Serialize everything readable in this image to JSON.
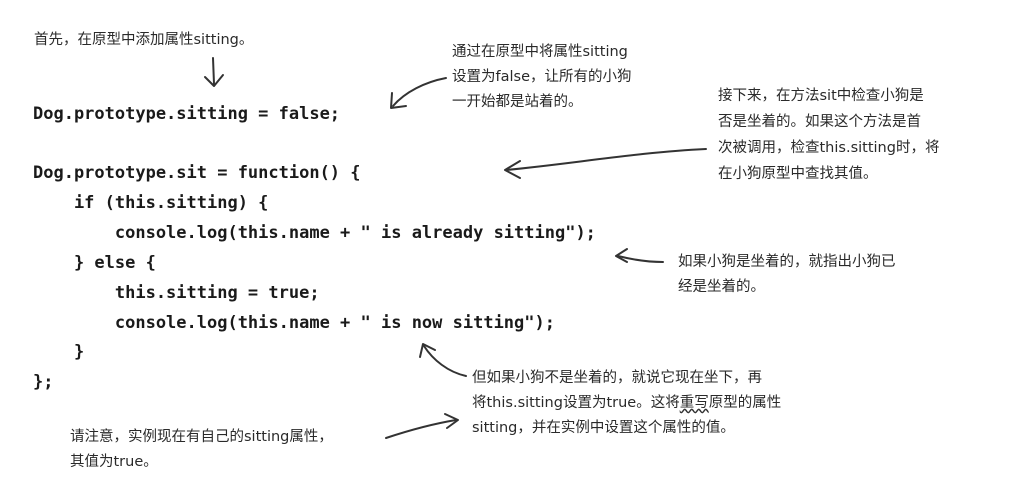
{
  "code": {
    "line1": "Dog.prototype.sitting = false;",
    "line2": "Dog.prototype.sit = function() {",
    "line3": "    if (this.sitting) {",
    "line4": "        console.log(this.name + \" is already sitting\");",
    "line5": "    } else {",
    "line6": "        this.sitting = true;",
    "line7": "        console.log(this.name + \" is now sitting\");",
    "line8": "    }",
    "line9": "};"
  },
  "notes": {
    "n1": {
      "line1": "首先，在原型中添加属性sitting。"
    },
    "n2": {
      "line1": "通过在原型中将属性sitting",
      "line2": "设置为false，让所有的小狗",
      "line3": "一开始都是站着的。"
    },
    "n3": {
      "line1": "接下来，在方法sit中检查小狗是",
      "line2": "否是坐着的。如果这个方法是首",
      "line3": "次被调用，检查this.sitting时，将",
      "line4": "在小狗原型中查找其值。"
    },
    "n4": {
      "line1": "如果小狗是坐着的，就指出小狗已",
      "line2": "经是坐着的。"
    },
    "n5": {
      "line1": "但如果小狗不是坐着的，就说它现在坐下，再",
      "line2_a": "将this.sitting设置为true。这将",
      "line2_b": "重写",
      "line2_c": "原型的属性",
      "line3": "sitting，并在实例中设置这个属性的值。"
    },
    "n6": {
      "line1": "请注意，实例现在有自己的sitting属性，",
      "line2": "其值为true。"
    }
  }
}
